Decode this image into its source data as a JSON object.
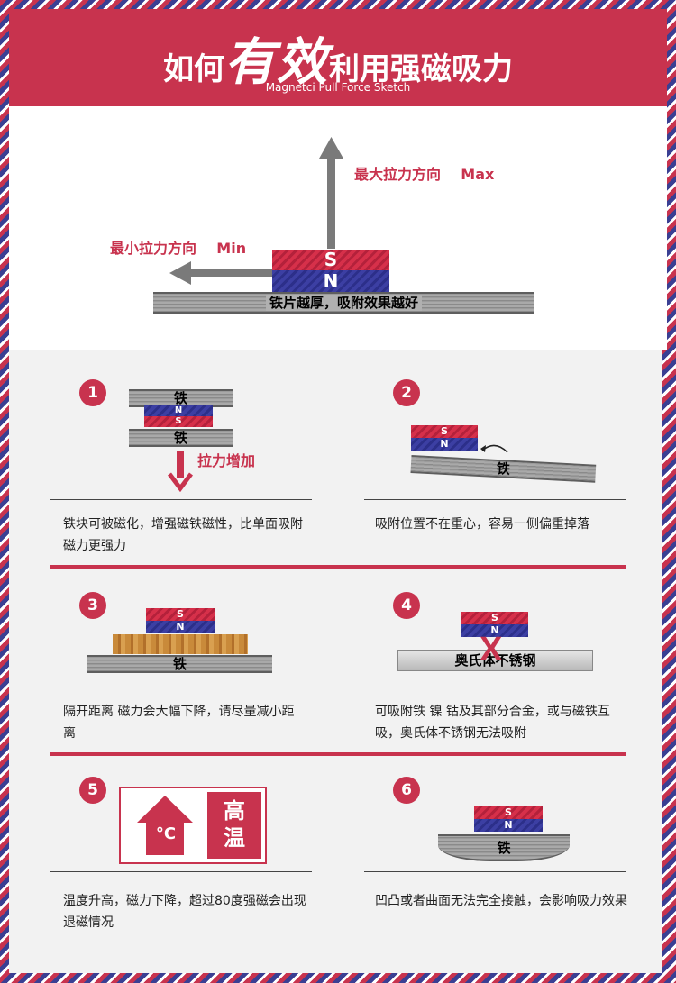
{
  "header": {
    "title_pre": "如何",
    "title_big": "有效",
    "title_post": "利用强磁吸力",
    "subtitle": "Magnetci Pull Force Sketch"
  },
  "hero": {
    "max_label": "最大拉力方向",
    "max_en": "Max",
    "min_label": "最小拉力方向",
    "min_en": "Min",
    "pole_s": "S",
    "pole_n": "N",
    "plate_caption": "铁片越厚，吸附效果越好"
  },
  "tips": [
    {
      "num": "1",
      "iron": "铁",
      "pull_label": "拉力增加",
      "text": "铁块可被磁化，增强磁铁磁性，比单面吸附磁力更强力"
    },
    {
      "num": "2",
      "iron": "铁",
      "text": "吸附位置不在重心，容易一侧偏重掉落"
    },
    {
      "num": "3",
      "iron": "铁",
      "text": "隔开距离 磁力会大幅下降，请尽量减小距离"
    },
    {
      "num": "4",
      "steel": "奥氏体不锈钢",
      "cross": "X",
      "text": "可吸附铁 镍  钴及其部分合金，或与磁铁互吸，奥氏体不锈钢无法吸附"
    },
    {
      "num": "5",
      "temp_unit": "°C",
      "hot_label": "高温",
      "text": "温度升高，磁力下降，超过80度强磁会出现退磁情况"
    },
    {
      "num": "6",
      "iron": "铁",
      "text": "凹凸或者曲面无法完全接触，会影响吸力效果"
    }
  ],
  "poles": {
    "s": "S",
    "n": "N"
  },
  "colors": {
    "brand_red": "#c8334e",
    "magnet_blue": "#3c3fa3",
    "steel_gray": "#9b9b9b"
  }
}
